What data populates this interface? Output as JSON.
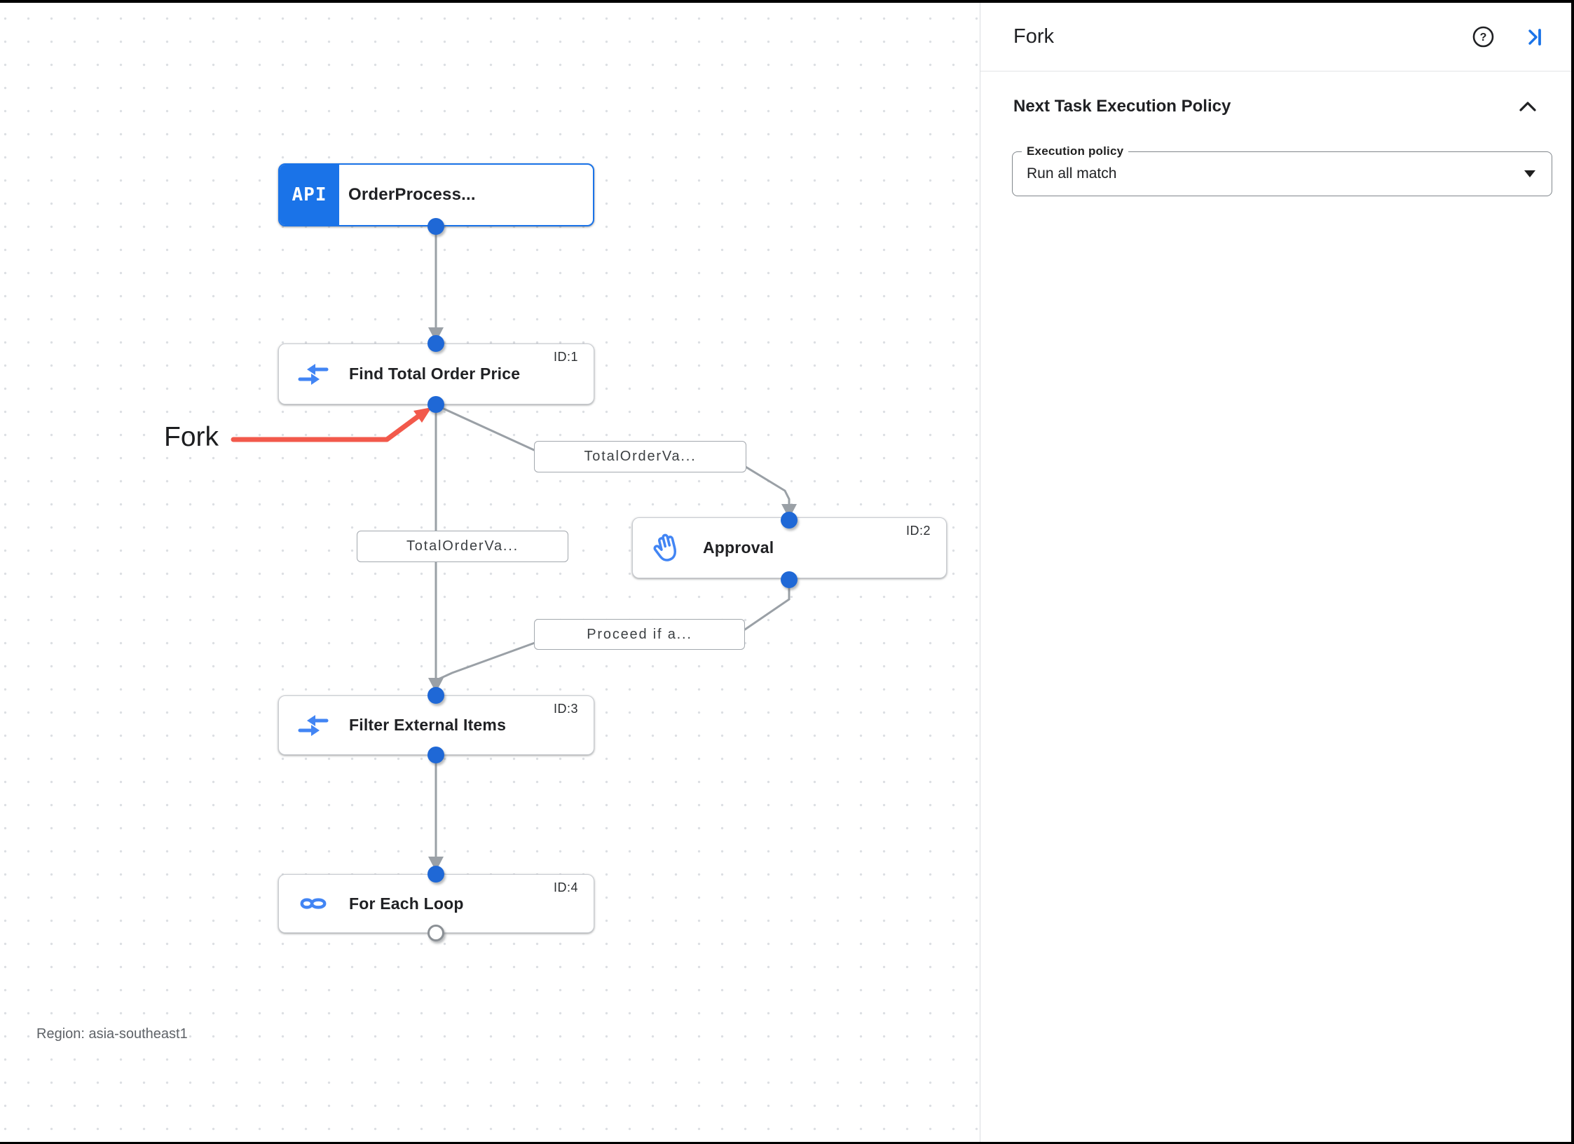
{
  "canvas": {
    "region_label": "Region: asia-southeast1",
    "annotation": {
      "label": "Fork",
      "arrow_color": "#f2594b"
    },
    "nodes": [
      {
        "badge": "API",
        "title": "OrderProcess...",
        "icon": "api-trigger-icon"
      },
      {
        "task_id": "ID:1",
        "title": "Find Total Order Price",
        "icon": "data-mapping-icon"
      },
      {
        "task_id": "ID:2",
        "title": "Approval",
        "icon": "approval-hand-icon"
      },
      {
        "task_id": "ID:3",
        "title": "Filter External Items",
        "icon": "data-mapping-icon"
      },
      {
        "task_id": "ID:4",
        "title": "For Each Loop",
        "icon": "for-each-loop-icon"
      }
    ],
    "edge_labels": [
      "TotalOrderVa...",
      "TotalOrderVa...",
      "Proceed if a..."
    ]
  },
  "panel": {
    "title": "Fork",
    "help_icon": "help-icon",
    "collapse_icon": "collapse-panel-icon",
    "section_title": "Next Task Execution Policy",
    "field": {
      "label": "Execution policy",
      "value": "Run all match"
    }
  },
  "colors": {
    "accent_blue": "#1a73e8",
    "icon_blue": "#4285f4",
    "port_blue": "#1f68d6",
    "edge_gray": "#9aa0a6",
    "annotation_red": "#f2594b"
  }
}
